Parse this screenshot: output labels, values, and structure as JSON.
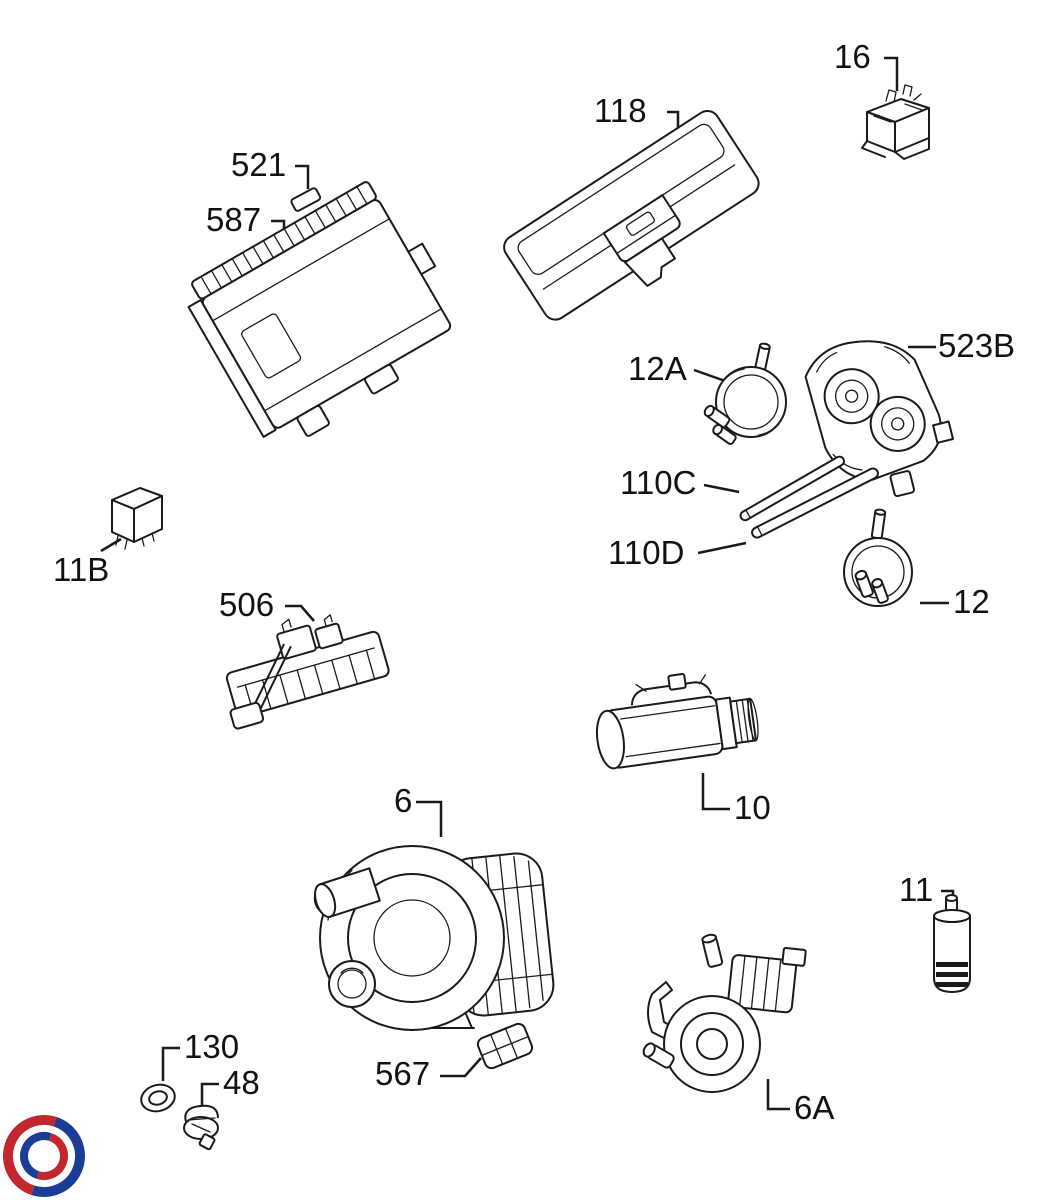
{
  "diagram": {
    "labels": [
      {
        "part_id": "16",
        "text": "16"
      },
      {
        "part_id": "118",
        "text": "118"
      },
      {
        "part_id": "521",
        "text": "521"
      },
      {
        "part_id": "587",
        "text": "587"
      },
      {
        "part_id": "12A",
        "text": "12A"
      },
      {
        "part_id": "523B",
        "text": "523B"
      },
      {
        "part_id": "110C",
        "text": "110C"
      },
      {
        "part_id": "110D",
        "text": "110D"
      },
      {
        "part_id": "11B",
        "text": "11B"
      },
      {
        "part_id": "506",
        "text": "506"
      },
      {
        "part_id": "12",
        "text": "12"
      },
      {
        "part_id": "10",
        "text": "10"
      },
      {
        "part_id": "6",
        "text": "6"
      },
      {
        "part_id": "11",
        "text": "11"
      },
      {
        "part_id": "130",
        "text": "130"
      },
      {
        "part_id": "48",
        "text": "48"
      },
      {
        "part_id": "567",
        "text": "567"
      },
      {
        "part_id": "6A",
        "text": "6A"
      }
    ],
    "colors": {
      "line_color": "#1a1a1a",
      "logo_red": "#c1272d",
      "logo_blue": "#1b3e94"
    }
  }
}
